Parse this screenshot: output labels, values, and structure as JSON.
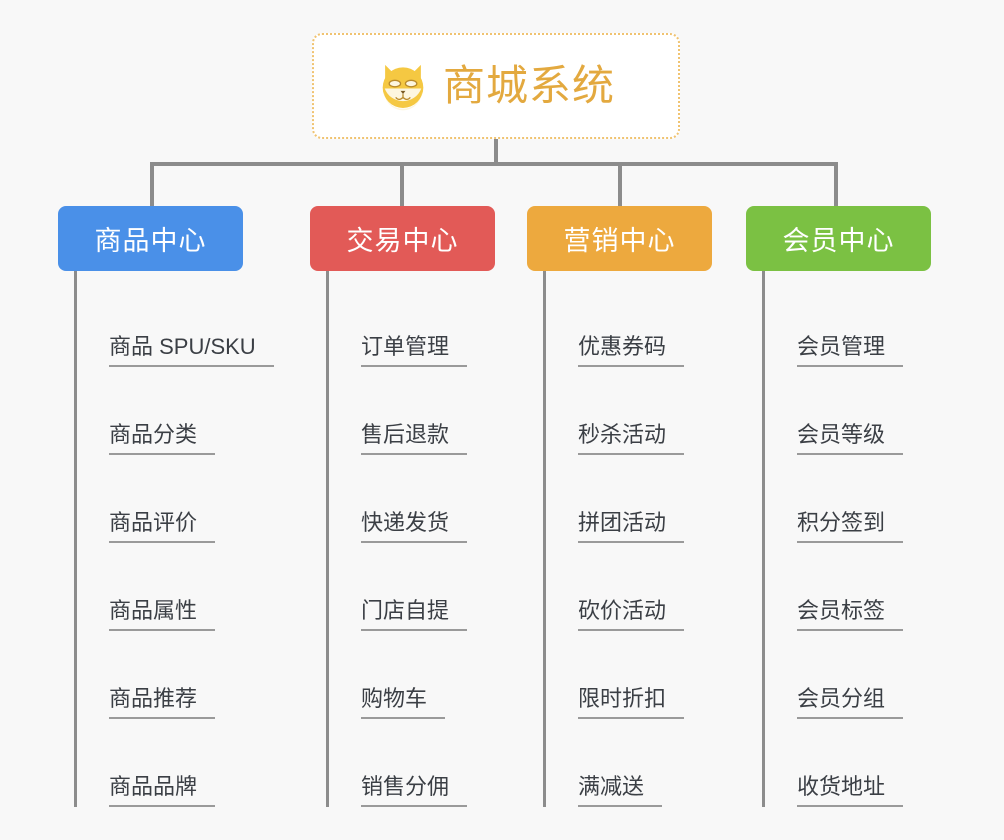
{
  "diagram": {
    "type": "organization-tree",
    "background_color": "#f8f8f8",
    "connector_color": "#8c8c8c",
    "root": {
      "title": "商城系统",
      "icon": "shiba-dog-face-icon",
      "text_color": "#e3a93f",
      "border_color": "#f0c371",
      "background_color": "#ffffff"
    },
    "branches": [
      {
        "label": "商品中心",
        "color": "#4a90e8",
        "items": [
          "商品 SPU/SKU",
          "商品分类",
          "商品评价",
          "商品属性",
          "商品推荐",
          "商品品牌"
        ]
      },
      {
        "label": "交易中心",
        "color": "#e25a57",
        "items": [
          "订单管理",
          "售后退款",
          "快递发货",
          "门店自提",
          "购物车",
          "销售分佣"
        ]
      },
      {
        "label": "营销中心",
        "color": "#eda93e",
        "items": [
          "优惠券码",
          "秒杀活动",
          "拼团活动",
          "砍价活动",
          "限时折扣",
          "满减送"
        ]
      },
      {
        "label": "会员中心",
        "color": "#7bc143",
        "items": [
          "会员管理",
          "会员等级",
          "积分签到",
          "会员标签",
          "会员分组",
          "收货地址"
        ]
      }
    ]
  }
}
